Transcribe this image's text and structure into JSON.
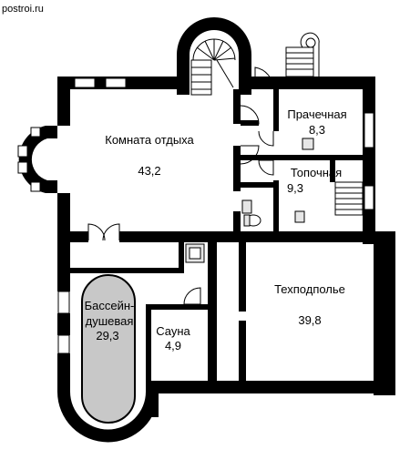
{
  "site": "postroi.ru",
  "rooms": [
    {
      "name": "Комната отдыха",
      "area": "43,2"
    },
    {
      "name": "Прачечная",
      "area": "8,3"
    },
    {
      "name": "Топочная",
      "area": "9,3"
    },
    {
      "name_line1": "Бассейн-",
      "name_line2": "душевая",
      "area": "29,3"
    },
    {
      "name": "Сауна",
      "area": "4,9"
    },
    {
      "name": "Техподполье",
      "area": "39,8"
    }
  ],
  "colors": {
    "wall": "#000000",
    "pool": "#c8c8c8",
    "window": "#ffffff",
    "fixture": "#e6e6e6"
  }
}
